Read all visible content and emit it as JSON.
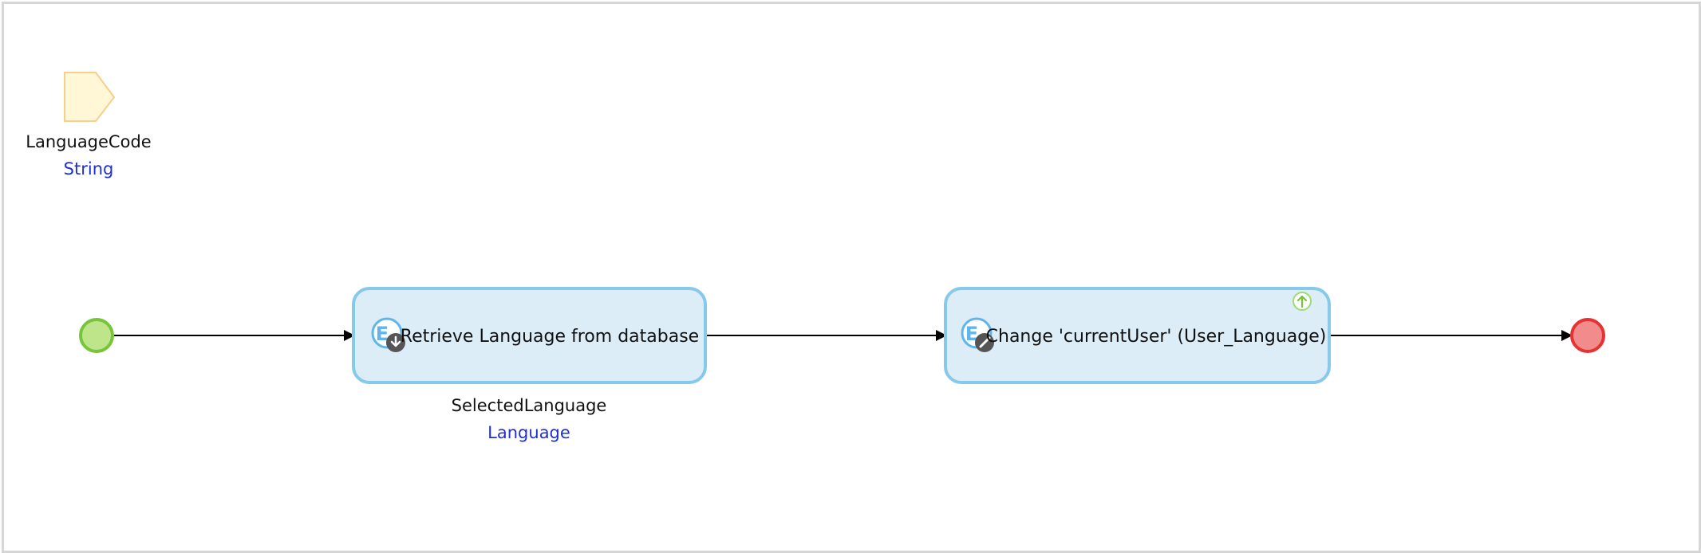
{
  "parameter": {
    "name": "LanguageCode",
    "type": "String"
  },
  "activities": [
    {
      "label": "Retrieve Language from database",
      "badge_icon": "retrieve-arrow-down-icon",
      "output_variable": "SelectedLanguage",
      "output_type": "Language"
    },
    {
      "label": "Change 'currentUser' (User_Language)",
      "badge_icon": "edit-pencil-icon",
      "commit_icon": "commit-arrow-up-icon"
    }
  ],
  "events": {
    "start": "start-event",
    "end": "end-event"
  },
  "colors": {
    "activity_fill": "#dcedf8",
    "activity_border": "#86c9ea",
    "start_fill": "#bfe58a",
    "start_border": "#78c43b",
    "end_fill": "#f28b8b",
    "end_border": "#e53232",
    "parameter_fill": "#fff7d6",
    "parameter_border": "#f6cf8b",
    "type_text": "#1f2fd1"
  }
}
